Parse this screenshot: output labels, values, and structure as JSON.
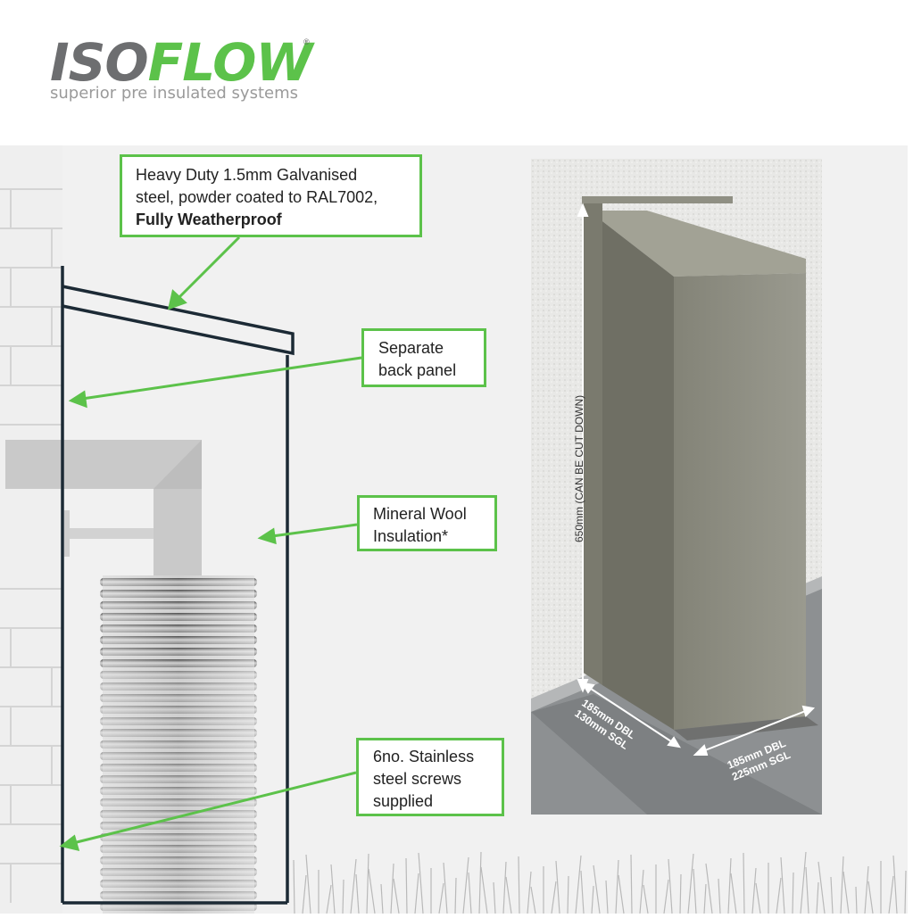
{
  "logo": {
    "brand_part1": "ISO",
    "brand_part2": "FLOW",
    "registered": "®",
    "tagline": "superior pre insulated systems"
  },
  "callouts": {
    "top": {
      "line1": "Heavy Duty 1.5mm Galvanised",
      "line2": "steel, powder coated to RAL7002,",
      "line3": "Fully Weatherproof"
    },
    "back_panel": {
      "line1": "Separate",
      "line2": "back panel"
    },
    "insulation": {
      "line1": "Mineral Wool",
      "line2": "Insulation*"
    },
    "screws": {
      "line1": "6no. Stainless",
      "line2": "steel screws",
      "line3": "supplied"
    }
  },
  "photo_dimensions": {
    "height": "650mm (CAN BE CUT DOWN)",
    "depth_line1": "185mm DBL",
    "depth_line2": "130mm SGL",
    "width_line1": "185mm DBL",
    "width_line2": "225mm SGL"
  },
  "colors": {
    "accent_green": "#5cc24a",
    "logo_grey": "#6d6e70",
    "outline_navy": "#1c2a35",
    "box_finish": "#8a8a80"
  }
}
